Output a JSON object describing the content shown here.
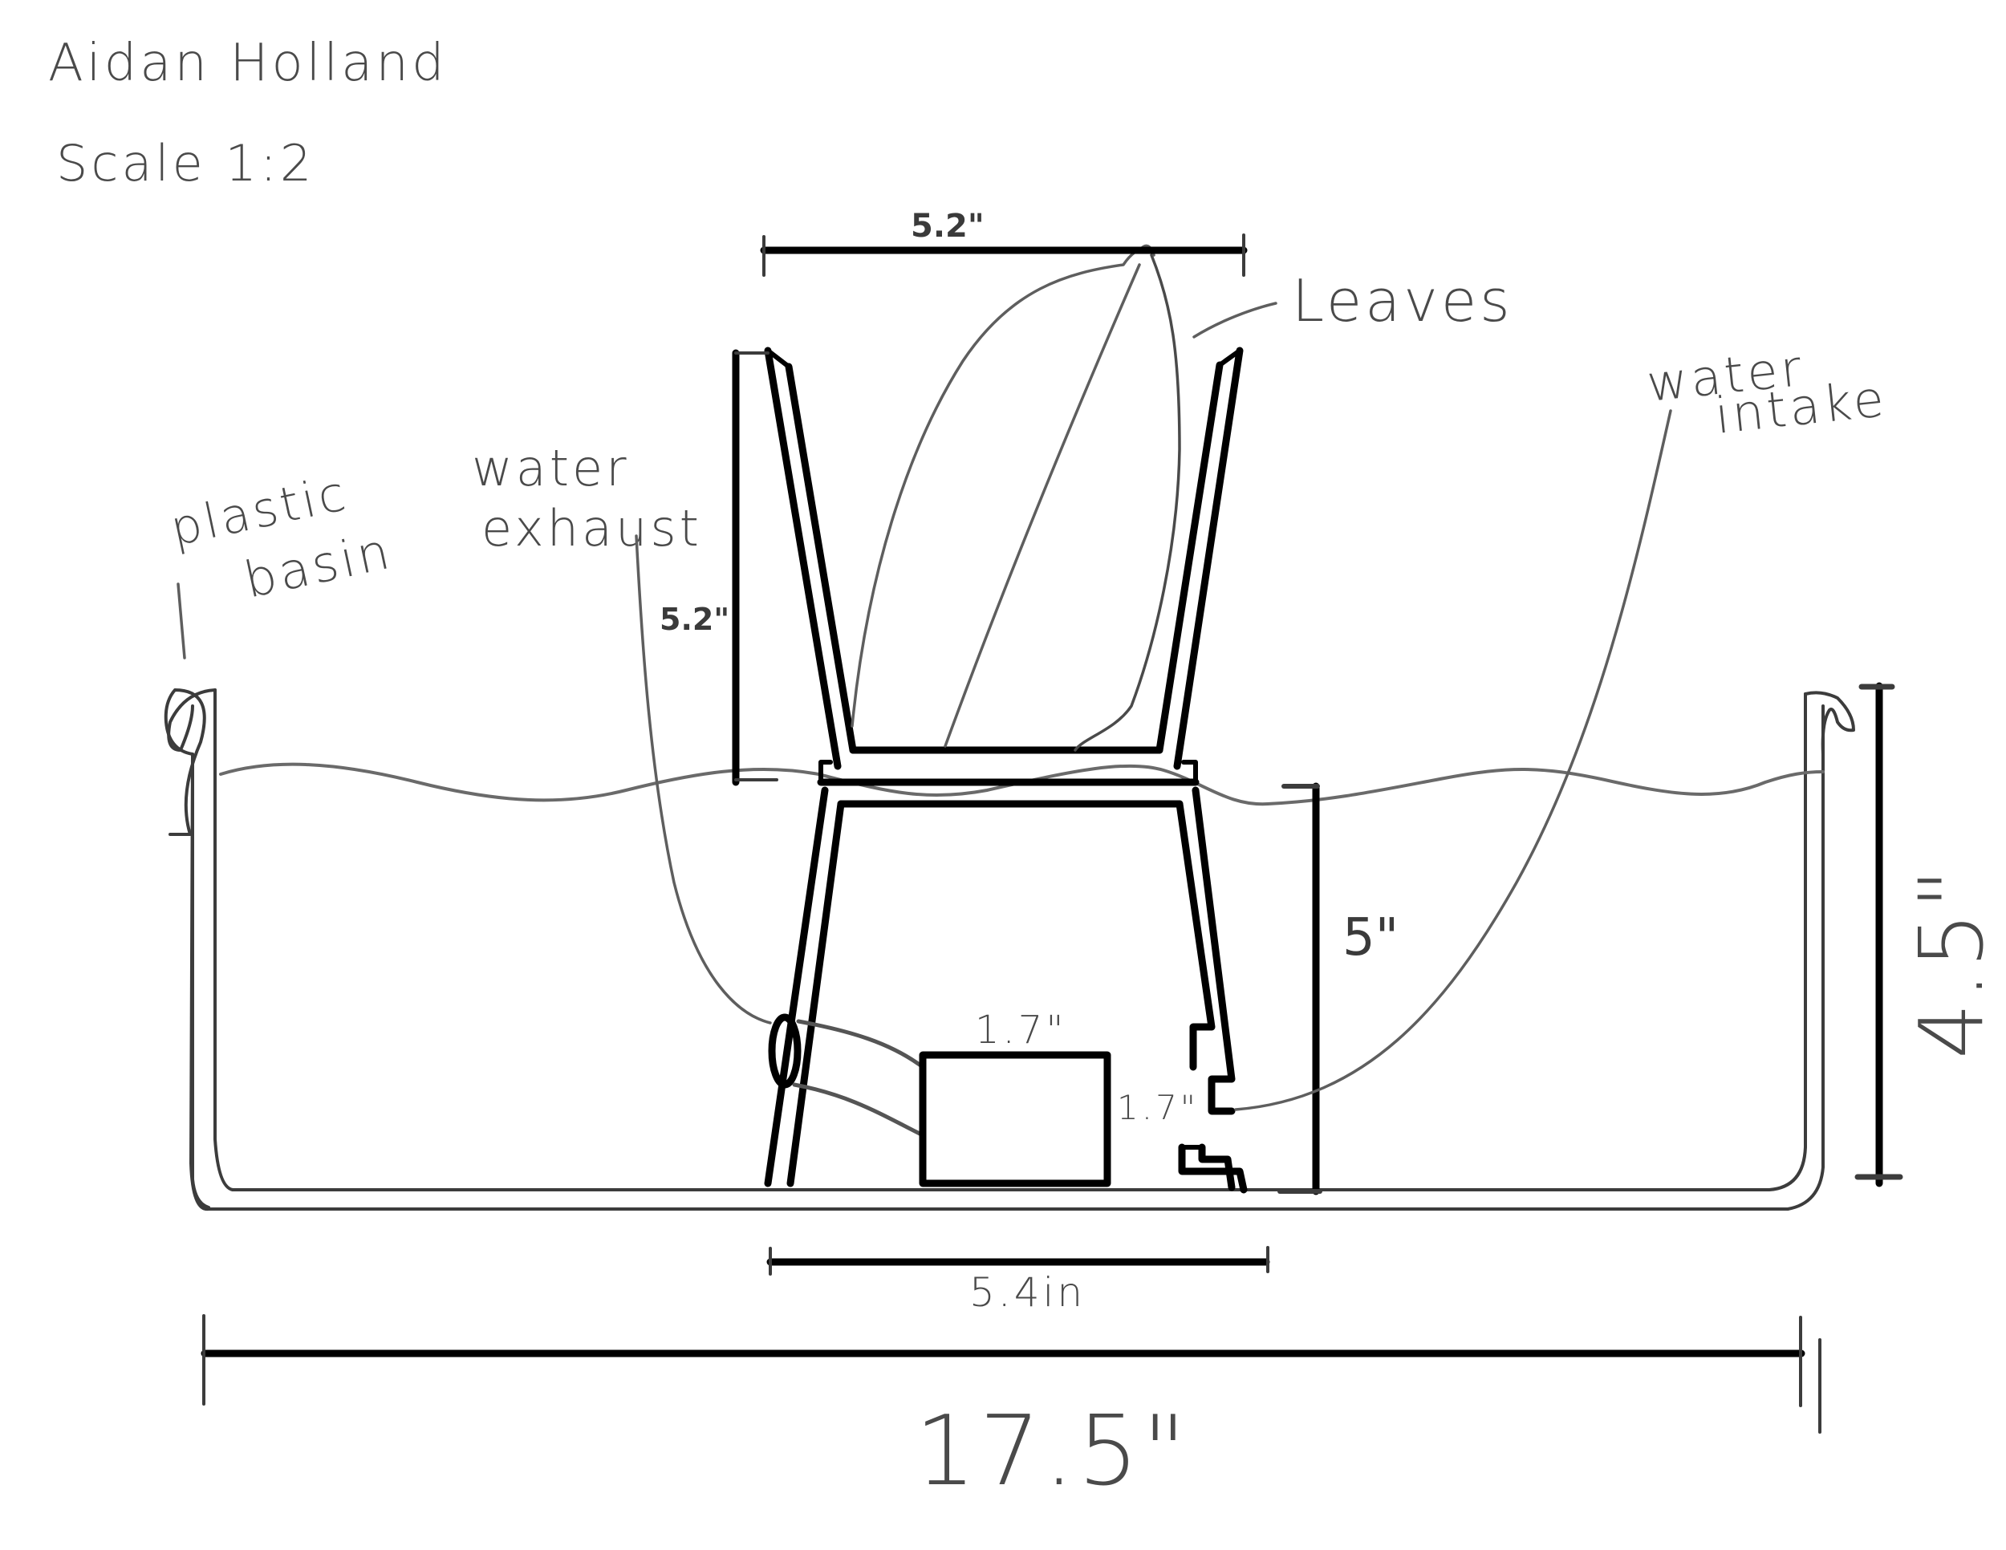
{
  "header": {
    "author": "Aidan Holland",
    "scale": "Scale 1:2"
  },
  "labels": {
    "leaves": "Leaves",
    "water_intake_line1": "water",
    "water_intake_line2": "intake",
    "plastic_basin_line1": "plastic",
    "plastic_basin_line2": "basin",
    "water_exhaust_line1": "water",
    "water_exhaust_line2": "exhaust"
  },
  "dimensions": {
    "funnel_top_width": "5.2\"",
    "funnel_height": "5.2\"",
    "pump_width": "1.7\"",
    "intake_height": "1.7\"",
    "stand_height": "5\"",
    "stand_base_width": "5.4in",
    "basin_width": "17.5\"",
    "basin_height": "4.5\""
  },
  "colors": {
    "ink": "#000000",
    "pencil": "#5e5e5e",
    "background": "#ffffff"
  }
}
